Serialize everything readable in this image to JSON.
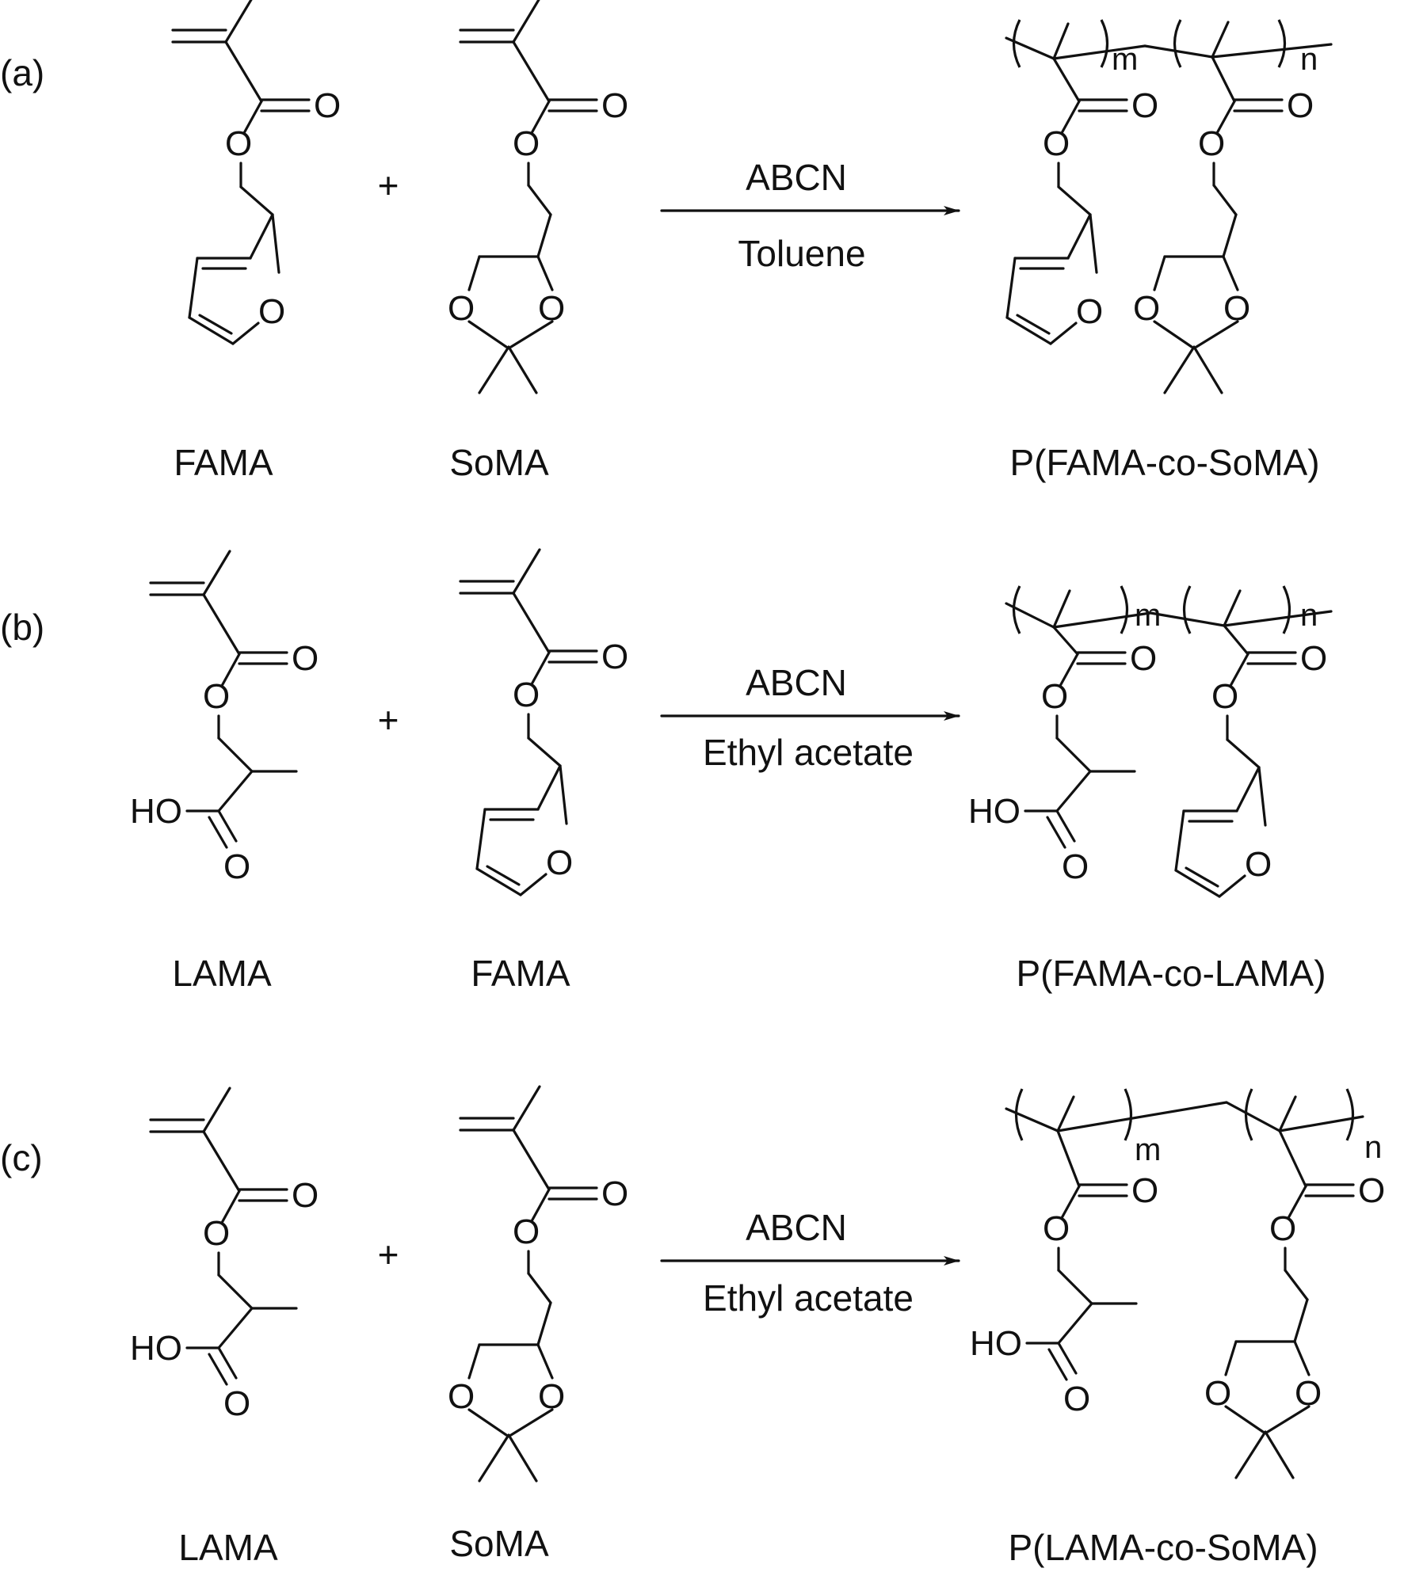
{
  "panels": [
    {
      "label": "(a)",
      "plus": "+",
      "monomer1": "FAMA",
      "monomer2": "SoMA",
      "initiator": "ABCN",
      "solvent": "Toluene",
      "product": "P(FAMA-co-SoMA)"
    },
    {
      "label": "(b)",
      "plus": "+",
      "monomer1": "LAMA",
      "monomer2": "FAMA",
      "initiator": "ABCN",
      "solvent": "Ethyl acetate",
      "product": "P(FAMA-co-LAMA)"
    },
    {
      "label": "(c)",
      "plus": "+",
      "monomer1": "LAMA",
      "monomer2": "SoMA",
      "initiator": "ABCN",
      "solvent": "Ethyl acetate",
      "product": "P(LAMA-co-SoMA)"
    }
  ],
  "atoms": {
    "O": "O",
    "HO": "HO",
    "m": "m",
    "n": "n"
  }
}
